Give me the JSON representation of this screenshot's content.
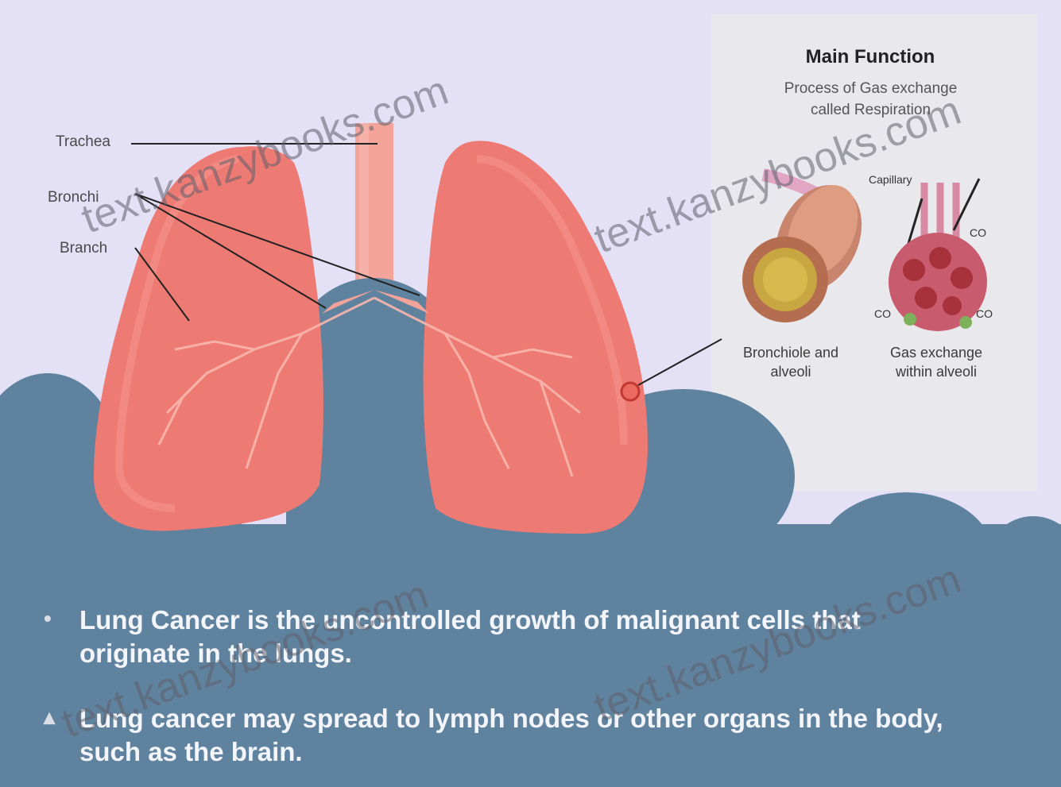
{
  "labels": {
    "trachea": "Trachea",
    "bronchi": "Bronchi",
    "branch": "Branch"
  },
  "inset": {
    "title": "Main Function",
    "subtitle_line1": "Process of Gas exchange",
    "subtitle_line2": "called Respiration",
    "capillary": "Capillary",
    "co2": "CO",
    "caption_left_line1": "Bronchiole and",
    "caption_left_line2": "alveoli",
    "caption_right_line1": "Gas exchange",
    "caption_right_line2": "within alveoli"
  },
  "bullets": [
    {
      "line1": "Lung Cancer is the uncontrolled growth of malignant cells that",
      "line2": "originate in the lungs."
    },
    {
      "line1": "Lung cancer may spread to lymph nodes or other organs in the body,",
      "line2": "such as the brain."
    }
  ],
  "watermark": "text.kanzybooks.com",
  "colors": {
    "background": "#e4e0f6",
    "lung": "#ee7a74",
    "lung_dark": "#dc5e5a",
    "trachea": "#f4a39a",
    "cloud": "#5f829e",
    "tumor": "#c2372f"
  }
}
